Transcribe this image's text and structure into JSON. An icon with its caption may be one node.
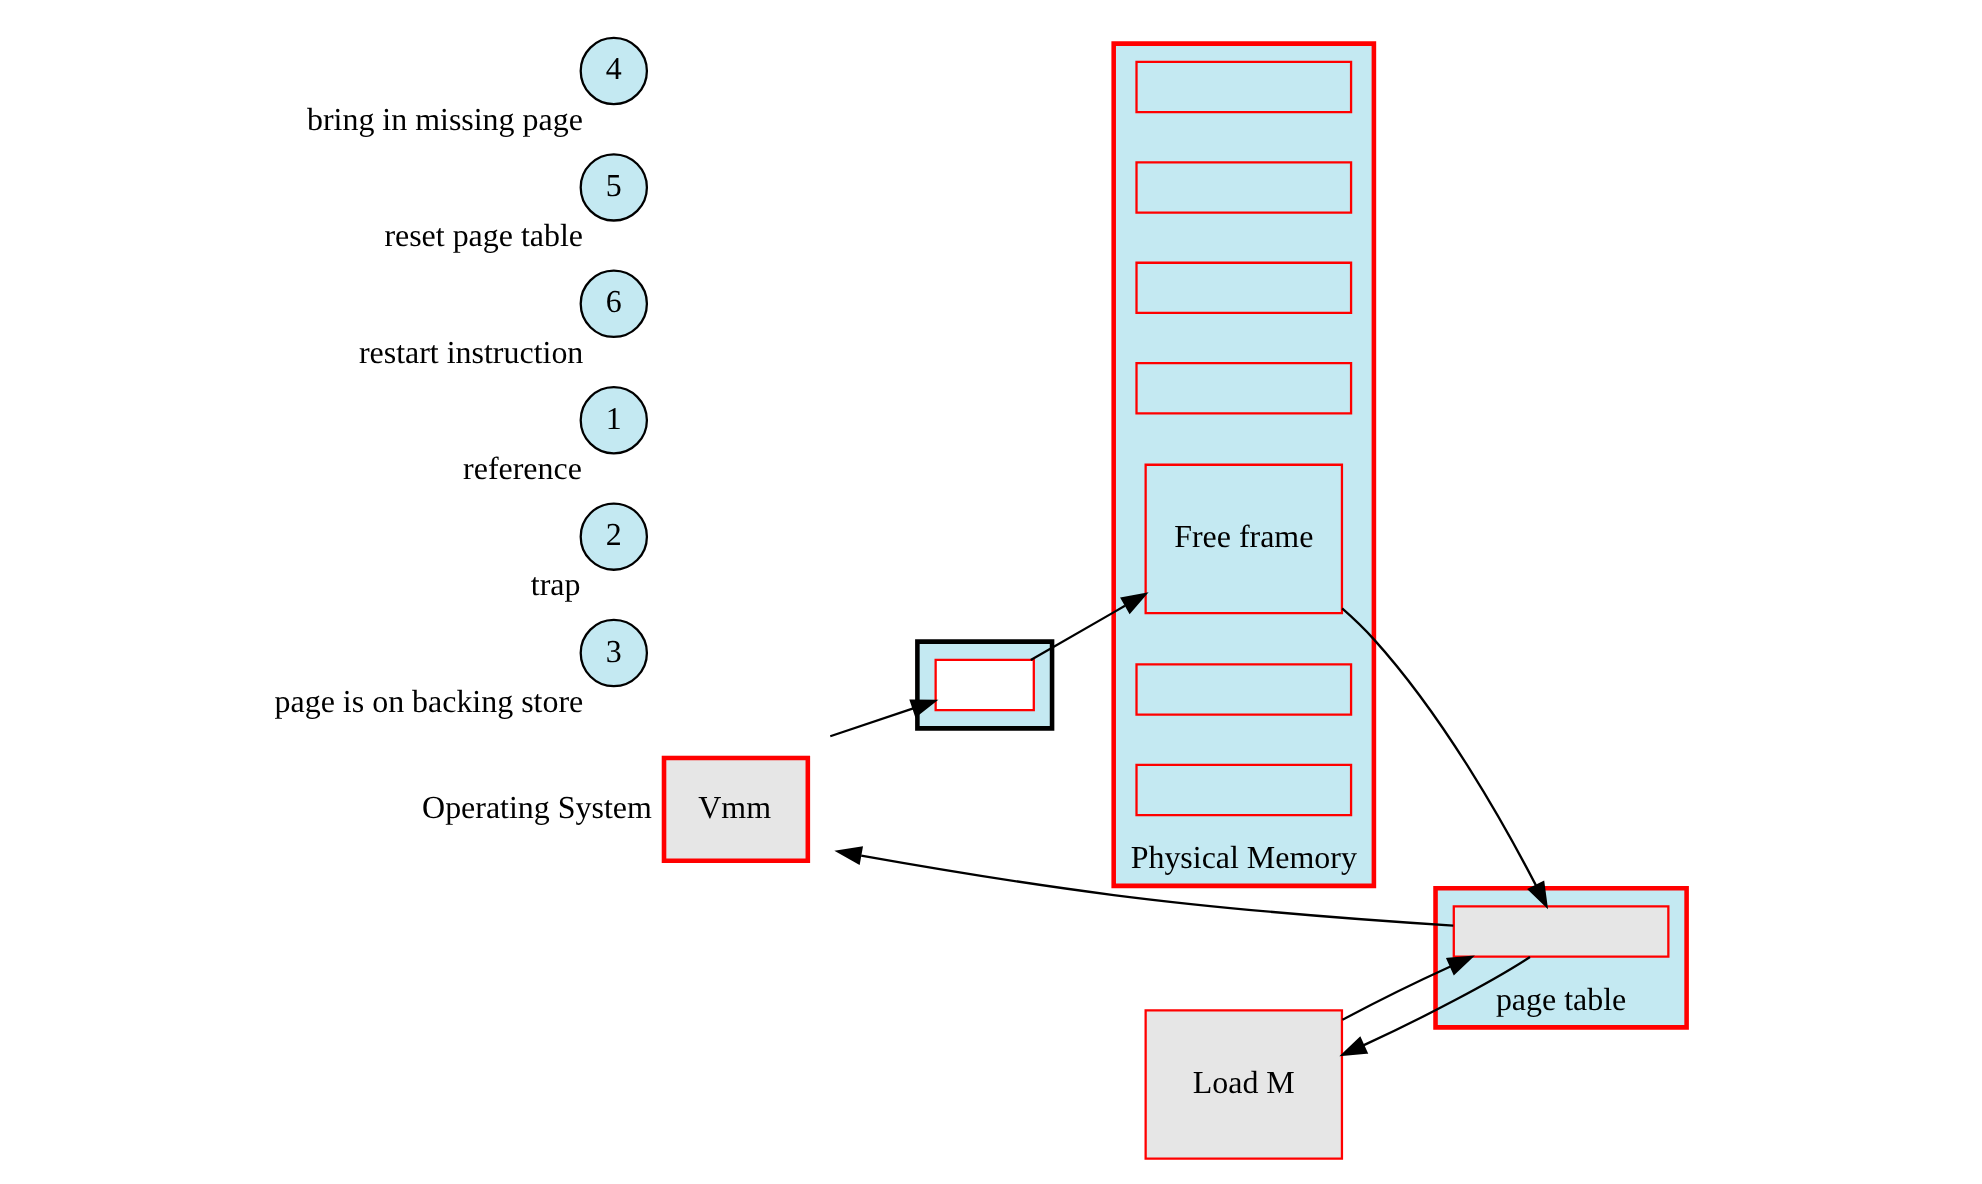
{
  "diagram": {
    "nodes": [
      {
        "text": [
          "Vmm"
        ],
        "beside": [
          "Operating System"
        ]
      },
      {
        "text": [
          "3"
        ],
        "beside": [
          "page is on backing store"
        ]
      },
      {
        "text": [],
        "shape": "cylinder"
      },
      {
        "text": [],
        "shape": "box",
        "in": 2
      },
      {
        "text": [
          "2"
        ],
        "beside": [
          "trap"
        ]
      },
      {
        "text": [
          "1"
        ],
        "beside": [
          "reference"
        ]
      },
      {
        "text": [
          "Load M"
        ]
      },
      {
        "text": [],
        "shape": "box",
        "beside": [
          "page table"
        ]
      },
      {
        "text": [],
        "shape": "bar",
        "in": 7
      },
      {
        "text": [
          "6"
        ],
        "beside": [
          "restart instruction"
        ]
      },
      {
        "text": [],
        "shape": "box",
        "beside": [
          "Physical Memory"
        ]
      },
      {
        "text": [],
        "shape": "bar",
        "in": 10
      },
      {
        "text": [],
        "shape": "bar",
        "in": 10
      },
      {
        "text": [
          "Free frame"
        ],
        "in": 10
      },
      {
        "text": [],
        "shape": "bar",
        "in": 10
      },
      {
        "text": [],
        "shape": "bar",
        "in": 10
      },
      {
        "text": [],
        "shape": "bar",
        "in": 10
      },
      {
        "text": [],
        "shape": "bar",
        "in": 10
      },
      {
        "text": [
          "5"
        ],
        "beside": [
          "reset page table"
        ]
      },
      {
        "text": [
          "4"
        ],
        "beside": [
          "bring in missing page"
        ]
      }
    ],
    "edges": [
      {
        "from": 6,
        "to": 8,
        "arrow": "to"
      },
      {
        "from": 8,
        "to": 0,
        "arrow": "to"
      },
      {
        "from": 0,
        "to": 3,
        "arrow": "to"
      },
      {
        "from": 3,
        "to": 13,
        "arrow": "to"
      },
      {
        "from": 13,
        "to": 8,
        "arrow": "to"
      },
      {
        "from": 8,
        "to": 6,
        "arrow": "to"
      }
    ]
  }
}
